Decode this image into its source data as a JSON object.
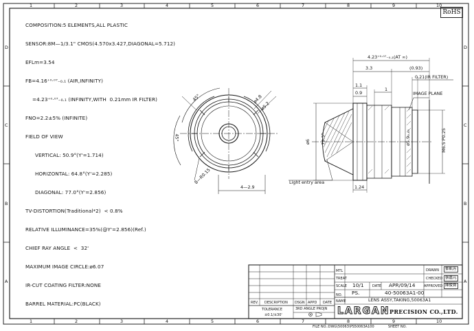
{
  "badge": "RoHS",
  "border": {
    "top_numbers": [
      "1",
      "2",
      "3",
      "4",
      "5",
      "6",
      "7",
      "8",
      "9",
      "10"
    ],
    "bottom_numbers": [
      "1",
      "2",
      "3",
      "4",
      "5",
      "6",
      "7",
      "8",
      "9",
      "10"
    ],
    "side_letters": [
      "D",
      "C",
      "B",
      "A"
    ]
  },
  "spec": {
    "composition": "COMPOSITION:5 ELEMENTS,ALL PLASTIC",
    "sensor": "SENSOR:8M—1/3.1\" CMOS(4.570x3.427,DIAGONAL=5.712)",
    "efl": "EFLm=3.54",
    "fb1": "FB=4.16⁺⁰·⁰⁷₋₀.₁ (AIR,INFINITY)",
    "fb2": "=4.23⁺⁰·⁰⁷₋₀.₁ (INFINITY,WITH  0.21mm IR FILTER)",
    "fno": "FNO=2.2±5% (INFINITE)",
    "fov_title": "FIELD OF VIEW",
    "fov_v": "VERTICAL: 50.9°(Y'=1.714)",
    "fov_h": "HORIZONTAL: 64.8°(Y'=2.285)",
    "fov_d": "DIAGONAL: 77.0°(Y'=2.856)",
    "tv": "TV-DISTORTION(Traditional*2)  < 0.8%",
    "ri": "RELATIVE ILLUMINANCE=35%(@Y'=2.856)(Ref.)",
    "cra": "CHIEF RAY ANGLE  <  32'",
    "mic": "MAXIMUM IMAGE CIRCLE:ø6.07",
    "ir": "IR-CUT COATING FILTER:NONE",
    "barrel": "BARREL MATERIAL:PC(BLACK)"
  },
  "front_view": {
    "angle_top": "45°",
    "angle_left": "45°",
    "dia_outer": "ø4.8",
    "dia_inner": "ø5.2",
    "radius": "8—R0.15",
    "width": "4—2.9"
  },
  "side_view": {
    "fb_dim": "4.23⁺⁰·⁰⁷₋₀.₁(AT ∞)",
    "len_3_3": "3.3",
    "len_093": "(0.93)",
    "ir_filter": "0.21(IR FILTER)",
    "len_1_1": "1.1",
    "len_0_9": "0.9",
    "len_1": "1",
    "image_plane": "IMAGE PLANE",
    "dia_6": "ø6",
    "angle": "79.3°",
    "dia_59": "ø5.9₀.₀₅",
    "thread": "M6.5  P0.25",
    "light_entry": "Light entry area",
    "len_1_24": "1.24"
  },
  "title_block": {
    "mtl": "MTL",
    "treat": "TREAT",
    "scale_label": "SCALE",
    "scale_value": "10/1",
    "date_label": "DATE",
    "date_value": "APR/09/14",
    "no_label": "NO.",
    "ps": "PS.",
    "part_no": "40-50063A1-00",
    "name_label": "NAME",
    "name_value": "LENS ASSY,TAKING,50063A1",
    "drawn": "DRAWN",
    "checked": "CHECKED",
    "approved": "APPROVED",
    "stamp_drawn": "鄧凱芳",
    "stamp_checked": "張嘉元",
    "stamp_approved": "陳俊齊",
    "rev": "REV.",
    "description": "DESCRIPTION",
    "dsgn": "DSGN",
    "appd": "APPD",
    "date": "DATE",
    "tolerance": "TOLERANCE",
    "tol_value": "±0.1/±30'",
    "angle_proj": "3RD  ANGLE  PROJN",
    "logo": "LARGAN",
    "company": "PRECISION CO.,LTD.",
    "file_no": "FILE NO.:DWG\\50063\\PS50063A100",
    "sheet_no": "SHEET NO."
  }
}
